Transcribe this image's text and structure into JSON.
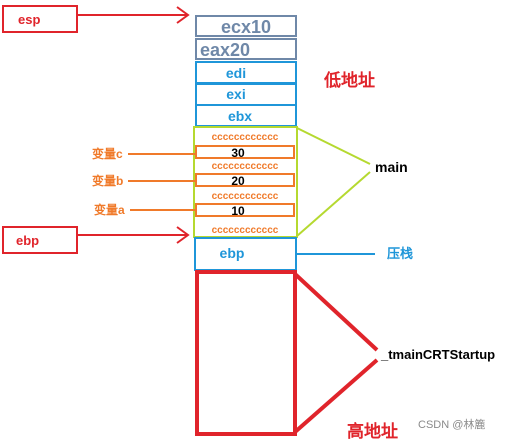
{
  "labels": {
    "esp": "esp",
    "ebp": "ebp",
    "low_address": "低地址",
    "high_address": "高地址",
    "main": "main",
    "push_stack": "压栈",
    "tmain": "_tmainCRTStartup",
    "var_c": "变量c",
    "var_b": "变量b",
    "var_a": "变量a",
    "watermark": "CSDN @林簏"
  },
  "stack": {
    "ecx": "ecx10",
    "eax": "eax20",
    "edi": "edi",
    "exi": "exi",
    "ebx": "ebx",
    "fill_row_1": "cccccccccccc",
    "value_c": "30",
    "fill_row_2": "cccccccccccc",
    "value_b": "20",
    "fill_row_3": "cccccccccccc",
    "value_a": "10",
    "fill_row_4": "cccccccccccc",
    "ebp_cell": "ebp"
  },
  "colors": {
    "red": "#e0242b",
    "blue": "#1f96d9",
    "slate": "#6f88a8",
    "lime": "#b5d930",
    "orange": "#f07a2a",
    "black": "#000000",
    "gray": "#8a8a8a"
  }
}
